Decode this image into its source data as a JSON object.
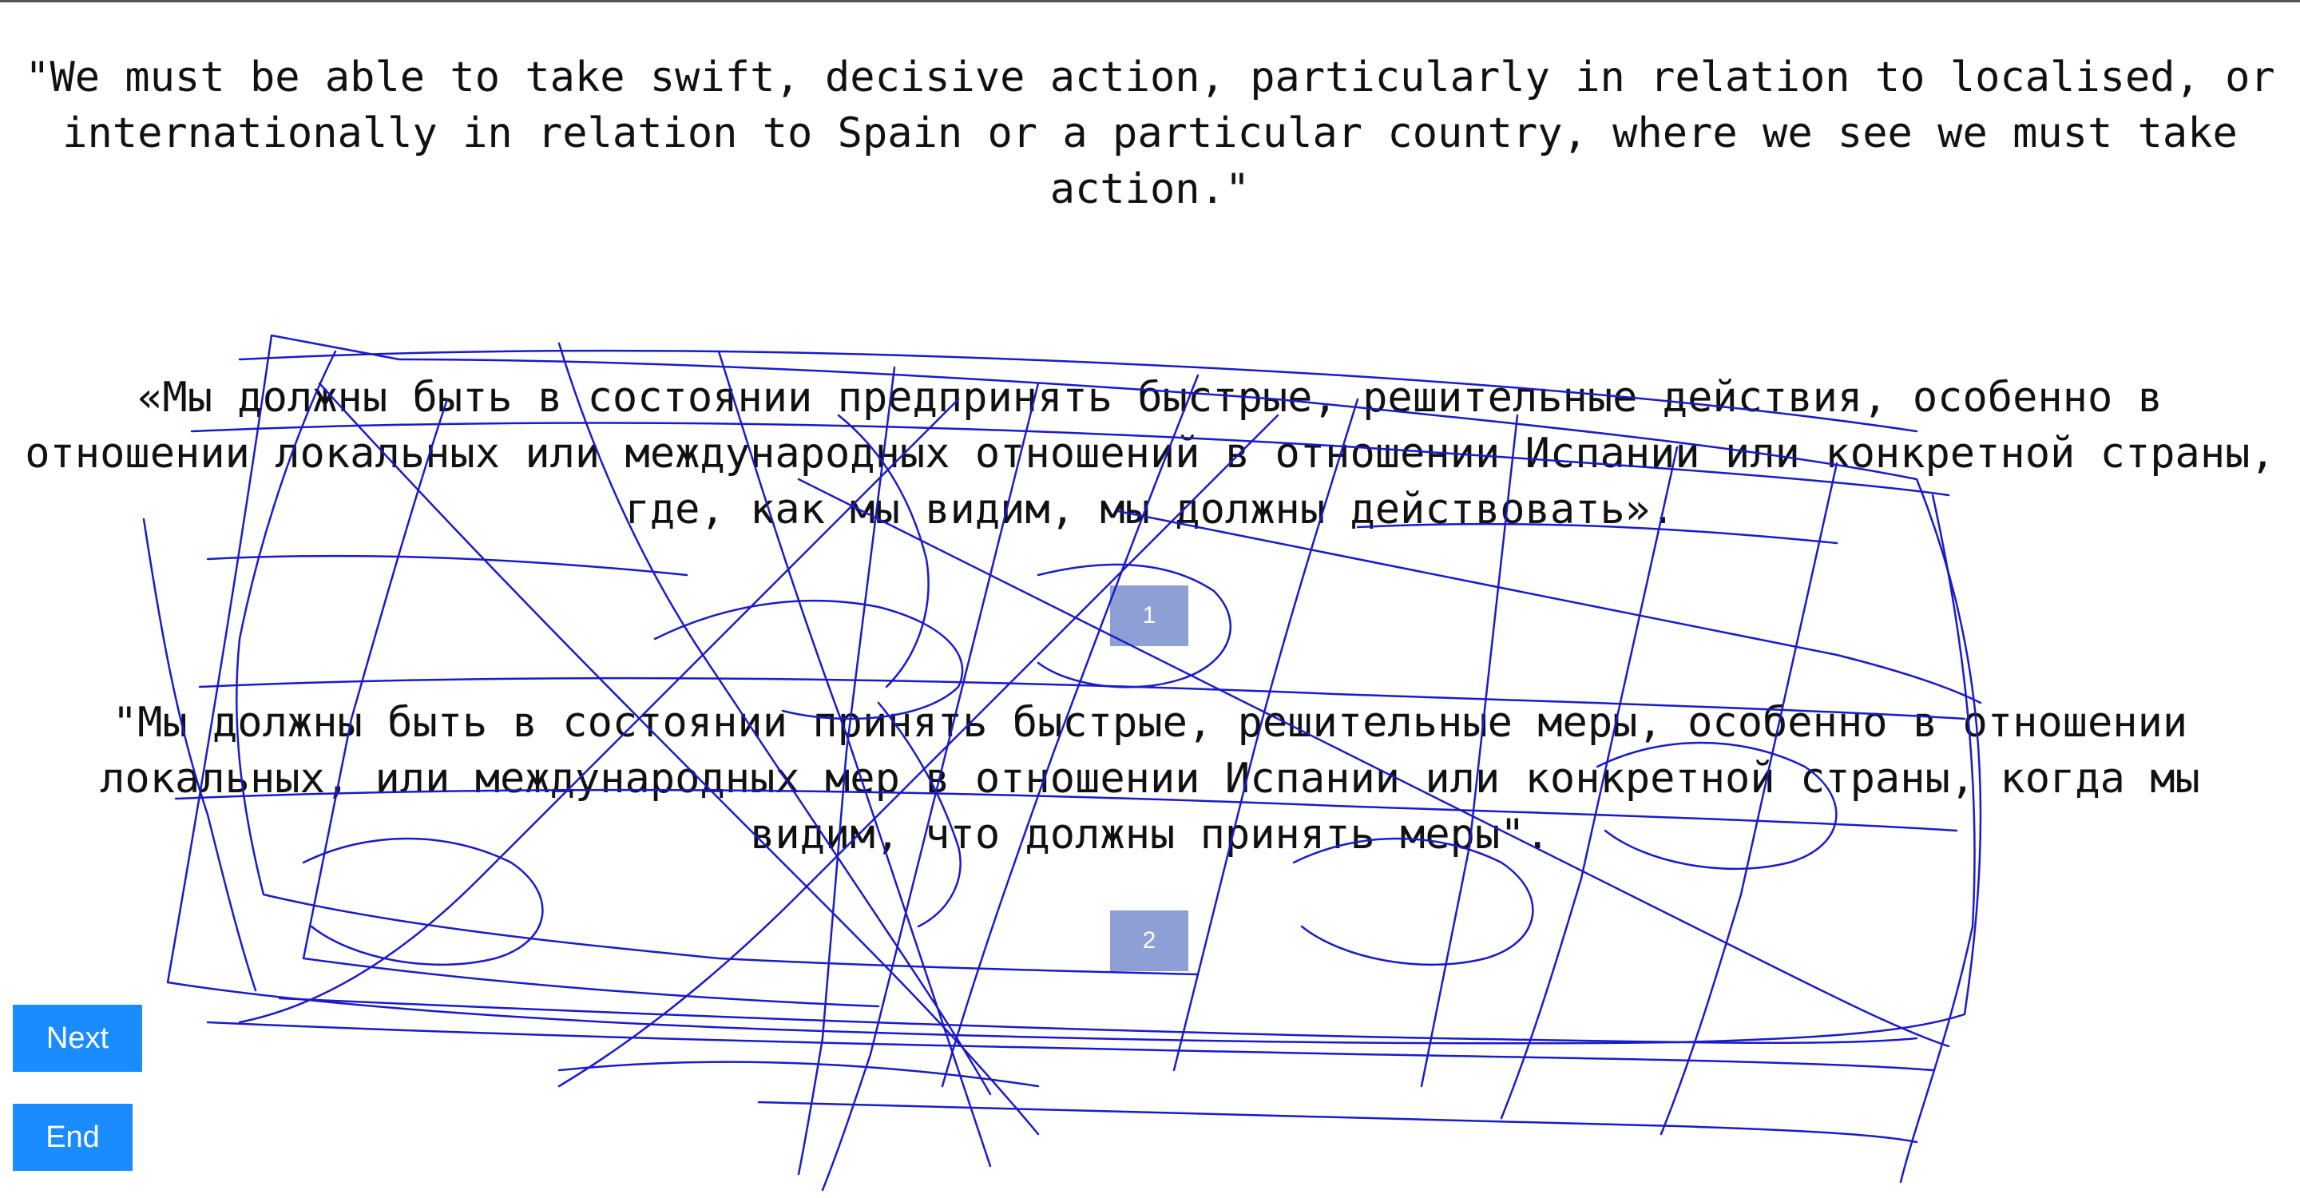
{
  "source": {
    "text": "\"We must be able to take swift, decisive action, particularly in relation to localised, or internationally in relation to Spain or a particular country, where we see we must take action.\""
  },
  "translations": [
    {
      "text": "«Мы должны быть в состоянии предпринять быстрые, решительные действия, особенно в отношении локальных или международных отношений в отношении Испании или конкретной страны, где, как мы видим, мы должны действовать».",
      "marker": "1"
    },
    {
      "text": "\"Мы должны быть в состоянии принять быстрые, решительные меры, особенно в отношении локальных, или международных мер в отношении Испании или конкретной страны, когда мы видим, что должны принять меры\".",
      "marker": "2"
    }
  ],
  "buttons": {
    "next_label": "Next",
    "end_label": "End"
  },
  "colors": {
    "scribble": "#1a1acc",
    "marker_bg": "#8d9fd4",
    "button_bg": "#1a8cff"
  }
}
